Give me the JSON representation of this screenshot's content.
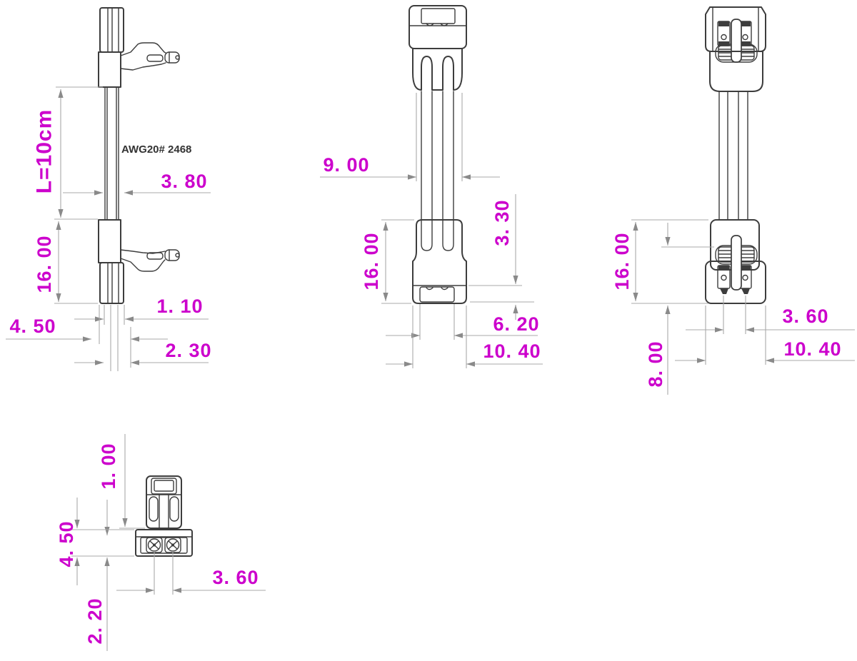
{
  "drawing_title": "two-pin-connector-cable-technical-drawing",
  "colors": {
    "dimension_text": "#cc00cc",
    "outline": "#3d3d3d",
    "dimension_line": "#a8a8a8",
    "background": "#ffffff"
  },
  "side_view": {
    "wire_label": "AWG20# 2468",
    "length_label": "L=10cm",
    "cable_width": "3. 80",
    "connector_length": "16. 00",
    "connector_width": "4. 50",
    "wire_gap": "1. 10",
    "wire_pitch": "2. 30"
  },
  "front_view": {
    "body_width": "9. 00",
    "connector_length": "16. 00",
    "latch_window_height": "3. 30",
    "latch_window_width": "6. 20",
    "housing_width": "10. 40"
  },
  "back_view": {
    "connector_length": "16. 00",
    "terminal_depth": "8. 00",
    "terminal_pitch": "3. 60",
    "housing_width": "10. 40"
  },
  "end_view": {
    "latch_lip_height": "1. 00",
    "block_height": "4. 50",
    "terminal_offset": "2. 20",
    "terminal_pitch": "3. 60"
  }
}
